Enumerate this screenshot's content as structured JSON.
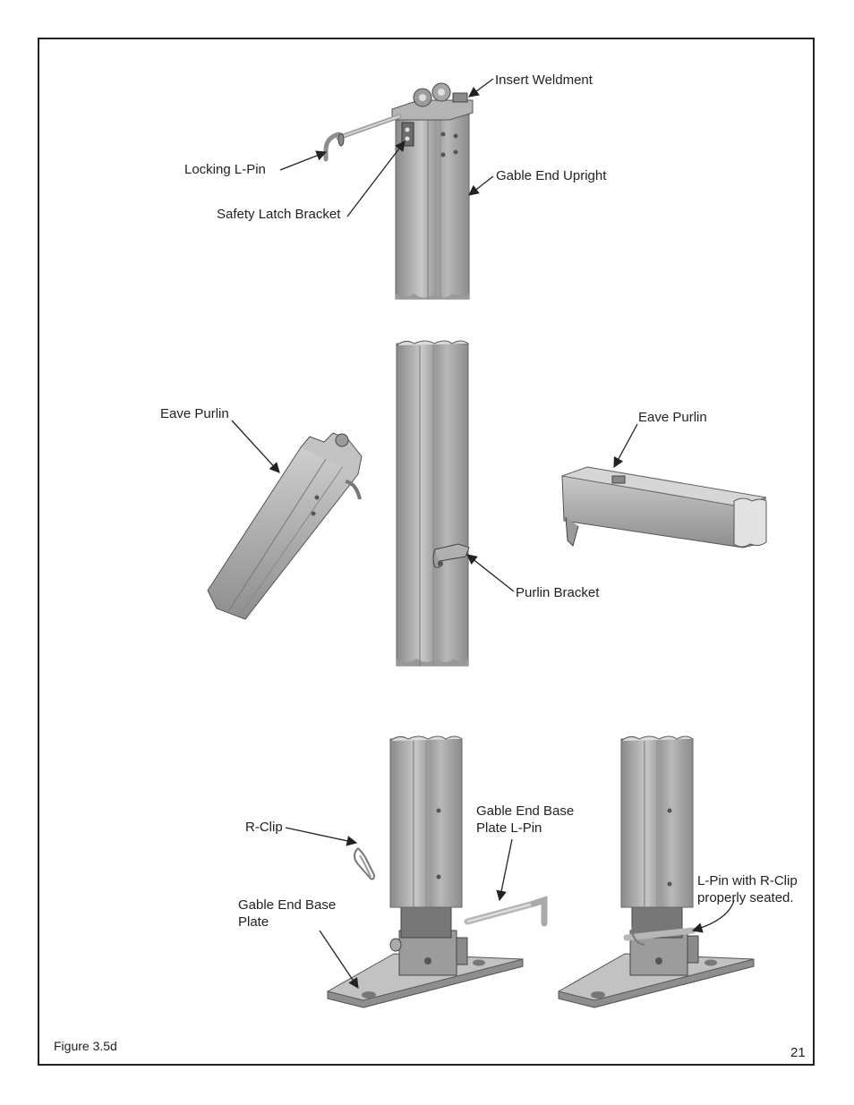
{
  "labels": {
    "insert_weldment": "Insert Weldment",
    "locking_l_pin": "Locking L-Pin",
    "gable_end_upright": "Gable End Upright",
    "safety_latch_bracket": "Safety Latch Bracket",
    "eave_purlin_left": "Eave Purlin",
    "eave_purlin_right": "Eave Purlin",
    "purlin_bracket": "Purlin Bracket",
    "r_clip": "R-Clip",
    "gable_end_base_plate_l_pin": "Gable End Base\nPlate L-Pin",
    "gable_end_base_plate": "Gable End Base\nPlate",
    "l_pin_with_r_clip": "L-Pin with R-Clip\nproperly seated."
  },
  "footer": {
    "figure_caption": "Figure 3.5d",
    "page_number": "21"
  },
  "colors": {
    "steel_light": "#c4c4c4",
    "steel_mid": "#a4a4a4",
    "steel_dark": "#7e7e7e",
    "plate": "#b8b8b8",
    "line": "#222222"
  }
}
